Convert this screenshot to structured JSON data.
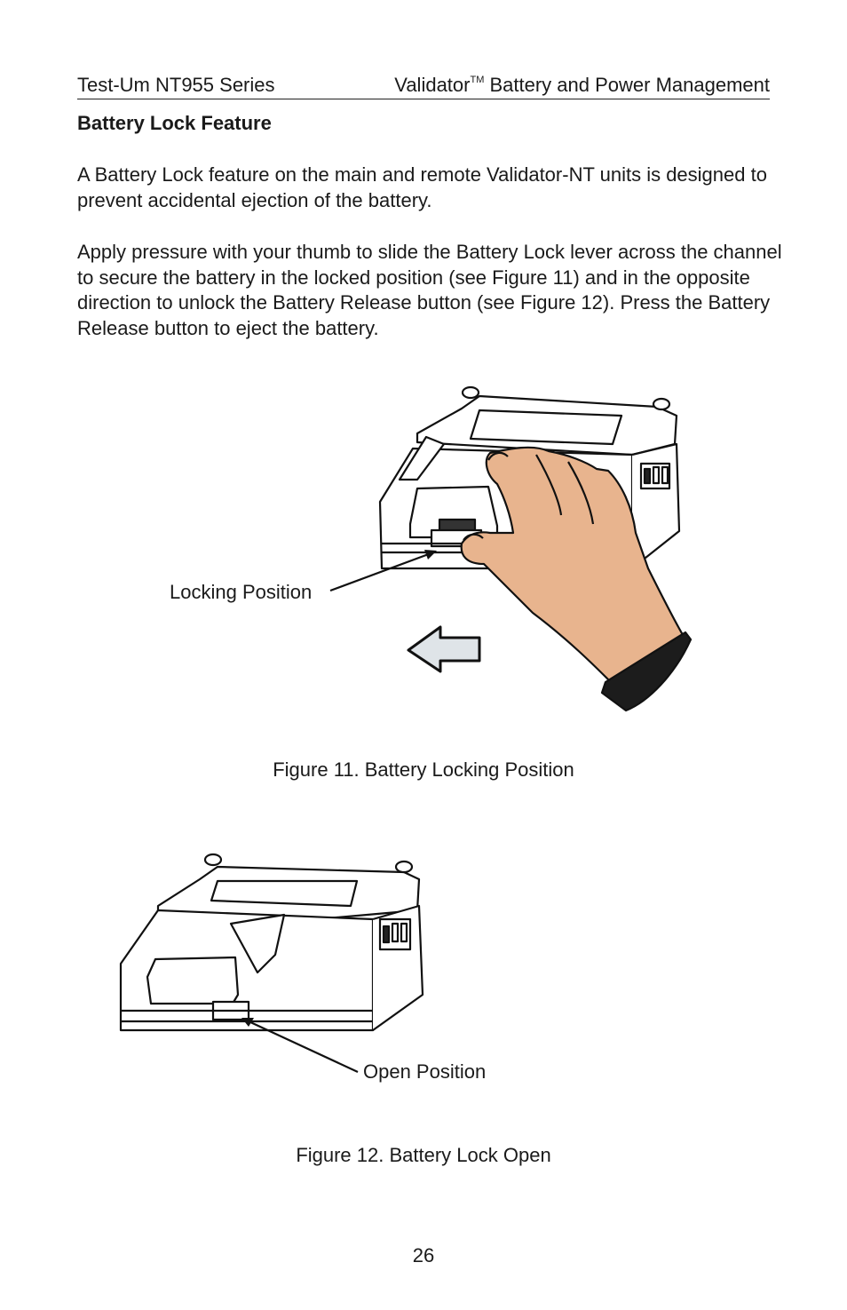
{
  "header": {
    "left": "Test-Um NT955 Series",
    "right_prefix": "Validator",
    "right_tm": "TM",
    "right_suffix": " Battery and Power Management"
  },
  "section": {
    "title": "Battery Lock Feature",
    "paragraphs": [
      "A Battery Lock feature on the main and remote Validator-NT units is designed to prevent accidental ejection of the battery.",
      "Apply pressure with your thumb to slide the Battery Lock lever across the channel to secure the battery in the locked position (see Figure 11) and in the opposite direction to unlock the Battery Release button (see Figure 12).  Press the Battery Release button to eject the battery."
    ]
  },
  "figure11": {
    "callout": "Locking Position",
    "caption": "Figure 11. Battery Locking Position"
  },
  "figure12": {
    "callout": "Open Position",
    "caption": "Figure 12. Battery Lock Open"
  },
  "page_number": "26",
  "colors": {
    "skin": "#e8b48e",
    "sleeve": "#1c1c1c",
    "arrow_fill": "#dfe4e8"
  }
}
